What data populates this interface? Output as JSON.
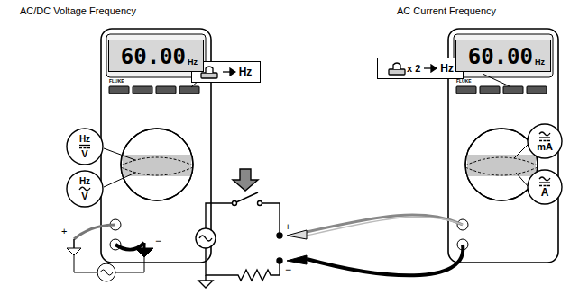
{
  "diagram": {
    "nodes": [
      {
        "text": [
          "Hz"
        ]
      },
      {
        "text": [
          "60.00",
          "Hz"
        ]
      },
      {
        "text": [
          "Hz",
          "V"
        ]
      },
      {
        "text": [
          "Hz",
          "V"
        ]
      },
      {
        "text": [
          "x 2",
          "Hz"
        ]
      },
      {
        "text": [
          "60.00",
          "Hz"
        ]
      },
      {
        "text": [
          "mA"
        ]
      },
      {
        "text": [
          "A"
        ]
      }
    ],
    "labels": [
      "AC/DC Voltage Frequency",
      "AC Current Frequency",
      "FLUKE",
      "FLUKE",
      "+",
      "−",
      "+",
      "−"
    ]
  }
}
